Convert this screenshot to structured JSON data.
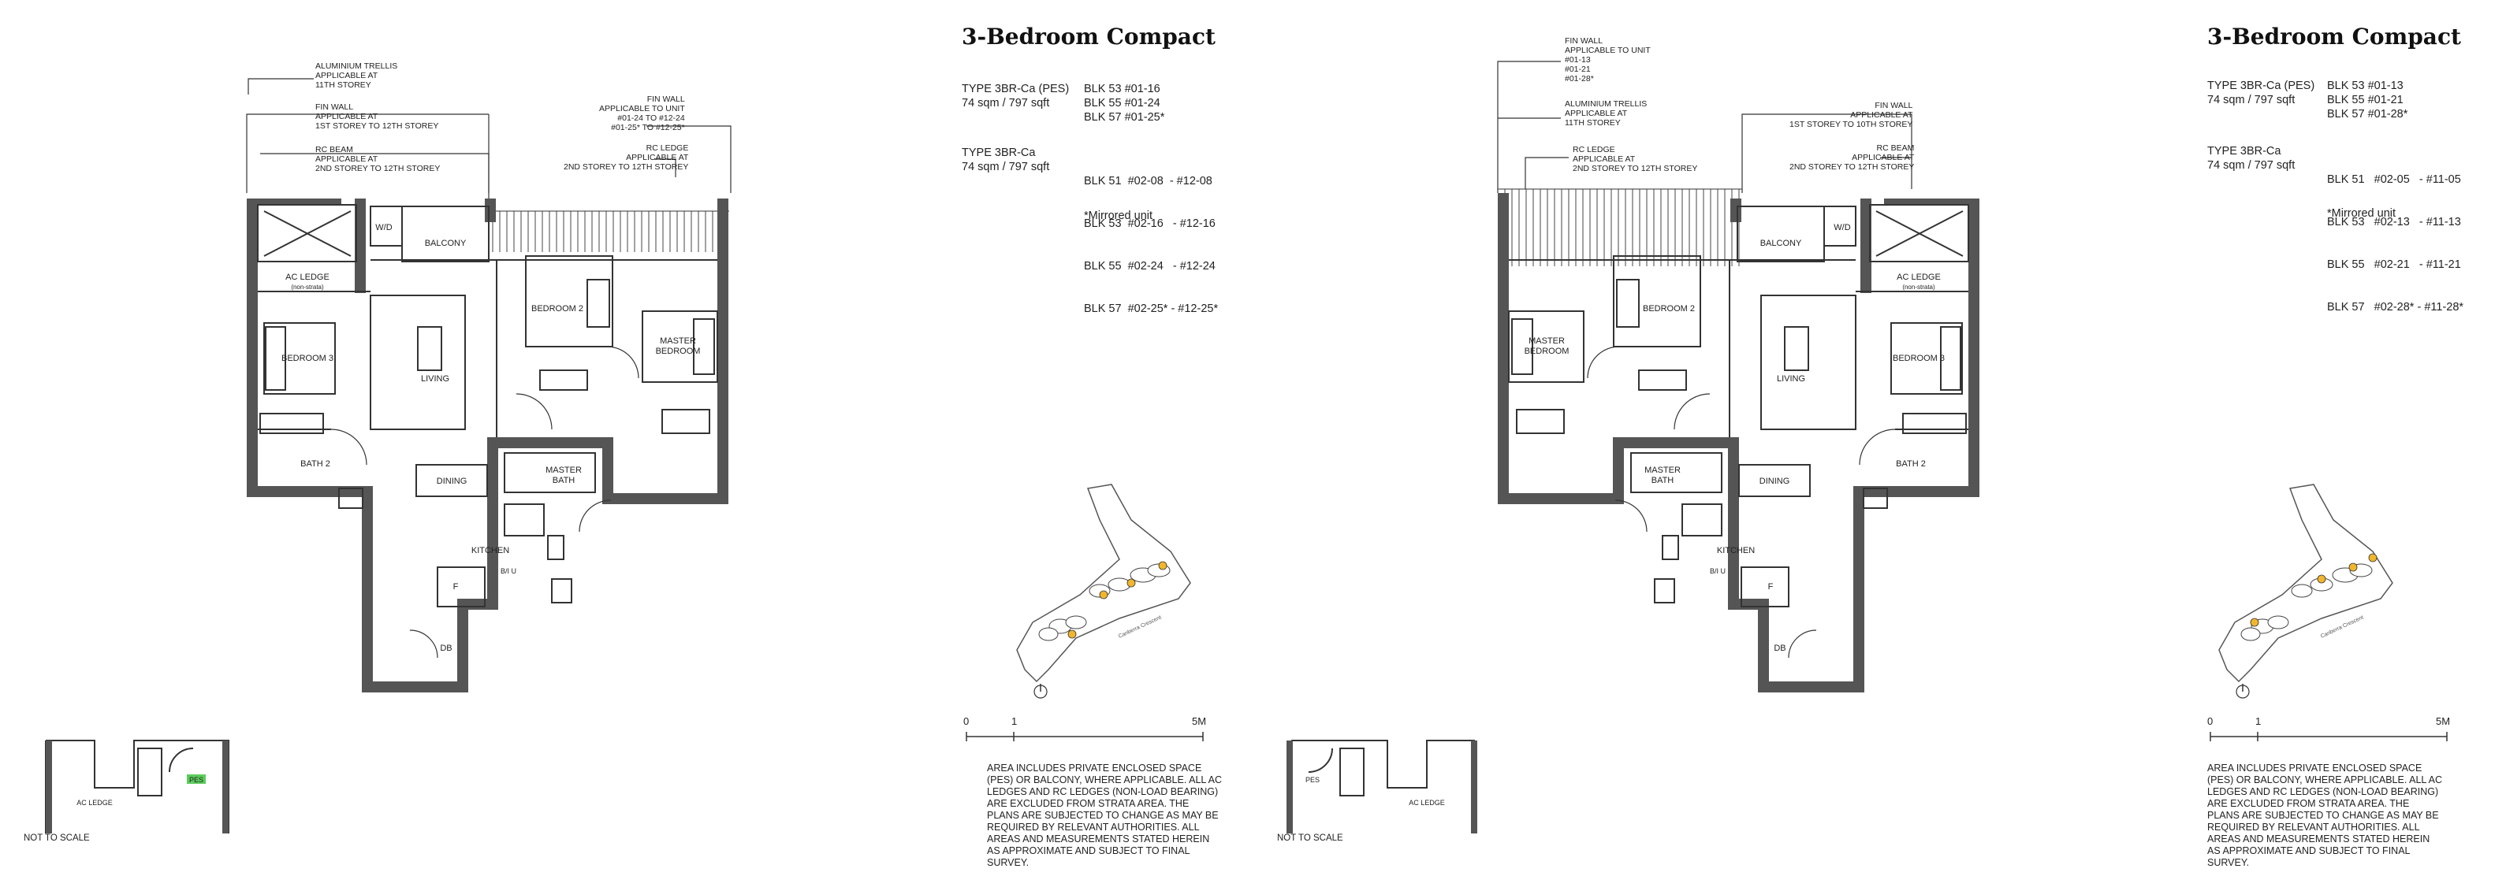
{
  "left": {
    "title": "3-Bedroom Compact",
    "types": [
      {
        "name": "TYPE 3BR-Ca (PES)",
        "area": "74 sqm / 797 sqft",
        "units": [
          "BLK 53 #01-16",
          "BLK 55 #01-24",
          "BLK 57 #01-25*"
        ]
      },
      {
        "name": "TYPE 3BR-Ca",
        "area": "74 sqm / 797 sqft",
        "units": [
          "BLK 51  #02-08  - #12-08",
          "BLK 53  #02-16   - #12-16",
          "BLK 55  #02-24   - #12-24",
          "BLK 57  #02-25* - #12-25*"
        ]
      }
    ],
    "mirrored": "*Mirrored unit",
    "callouts": {
      "aluminium": [
        "ALUMINIUM TRELLIS",
        "APPLICABLE AT",
        "11TH STOREY"
      ],
      "finwall": [
        "FIN WALL",
        "APPLICABLE AT",
        "1ST STOREY TO 12TH  STOREY"
      ],
      "rcbeam": [
        "RC BEAM",
        "APPLICABLE AT",
        "2ND STOREY TO 12TH  STOREY"
      ],
      "finwall_unit": [
        "FIN WALL",
        "APPLICABLE TO UNIT",
        "#01-24  to #12-24",
        "#01-25* to #12-25*"
      ],
      "rcledge": [
        "RC LEDGE",
        "APPLICABLE AT",
        "2ND STOREY TO 12TH STOREY"
      ]
    },
    "rooms": {
      "wd": "W/D",
      "balcony": "BALCONY",
      "acledge": "AC LEDGE",
      "nonstrata": "(non-strata)",
      "bedroom3": "BEDROOM 3",
      "living": "LIVING",
      "bedroom2": "BEDROOM 2",
      "master": "MASTER",
      "bedroom": "BEDROOM",
      "bath2": "BATH 2",
      "dining": "DINING",
      "masterbath1": "MASTER",
      "masterbath2": "BATH",
      "kitchen": "KITCHEN",
      "bi_u": "B/I U",
      "fridge": "F",
      "db": "DB",
      "pes": "PES"
    },
    "scale": {
      "zero": "0",
      "one": "1",
      "five": "5M"
    },
    "not_to_scale": "NOT TO SCALE",
    "note": "AREA INCLUDES PRIVATE ENCLOSED SPACE (PES) OR BALCONY, WHERE APPLICABLE. ALL AC LEDGES AND RC LEDGES (NON-LOAD BEARING) ARE EXCLUDED FROM STRATA AREA. THE PLANS ARE SUBJECTED TO CHANGE AS MAY BE REQUIRED BY RELEVANT AUTHORITIES. ALL AREAS AND MEASUREMENTS STATED HEREIN AS APPROXIMATE AND SUBJECT TO FINAL SURVEY.",
    "site_road": "Canberra Crescent"
  },
  "right": {
    "title": "3-Bedroom Compact",
    "types": [
      {
        "name": "TYPE 3BR-Ca (PES)",
        "area": "74 sqm / 797 sqft",
        "units": [
          "BLK 53 #01-13",
          "BLK 55 #01-21",
          "BLK 57 #01-28*"
        ]
      },
      {
        "name": "TYPE 3BR-Ca",
        "area": "74 sqm / 797 sqft",
        "units": [
          "BLK 51   #02-05   - #11-05",
          "BLK 53   #02-13   - #11-13",
          "BLK 55   #02-21   - #11-21",
          "BLK 57   #02-28* - #11-28*"
        ]
      }
    ],
    "mirrored": "*Mirrored unit",
    "callouts": {
      "finwall_unit": [
        "FIN WALL",
        "APPLICABLE TO UNIT",
        "#01-13",
        "#01-21",
        "#01-28*"
      ],
      "aluminium": [
        "ALUMINIUM TRELLIS",
        "APPLICABLE AT",
        "11TH STOREY"
      ],
      "rcledge": [
        "RC LEDGE",
        "APPLICABLE AT",
        "2ND STOREY TO 12TH STOREY"
      ],
      "finwall": [
        "FIN WALL",
        "APPLICABLE AT",
        "1ST STOREY TO 10TH STOREY"
      ],
      "rcbeam": [
        "RC BEAM",
        "APPLICABLE AT",
        "2ND STOREY TO 12TH STOREY"
      ]
    },
    "scale": {
      "zero": "0",
      "one": "1",
      "five": "5M"
    },
    "not_to_scale": "NOT TO SCALE",
    "note": "AREA INCLUDES PRIVATE ENCLOSED SPACE (PES) OR BALCONY, WHERE APPLICABLE. ALL AC LEDGES AND RC LEDGES (NON-LOAD BEARING) ARE EXCLUDED FROM STRATA AREA. THE PLANS ARE SUBJECTED TO CHANGE AS MAY BE REQUIRED BY RELEVANT AUTHORITIES. ALL AREAS AND MEASUREMENTS STATED HEREIN AS APPROXIMATE AND SUBJECT TO FINAL SURVEY.",
    "site_road": "Canberra Crescent"
  },
  "colors": {
    "wall": "#555555",
    "highlight": "#f2b62d",
    "line": "#333333"
  }
}
